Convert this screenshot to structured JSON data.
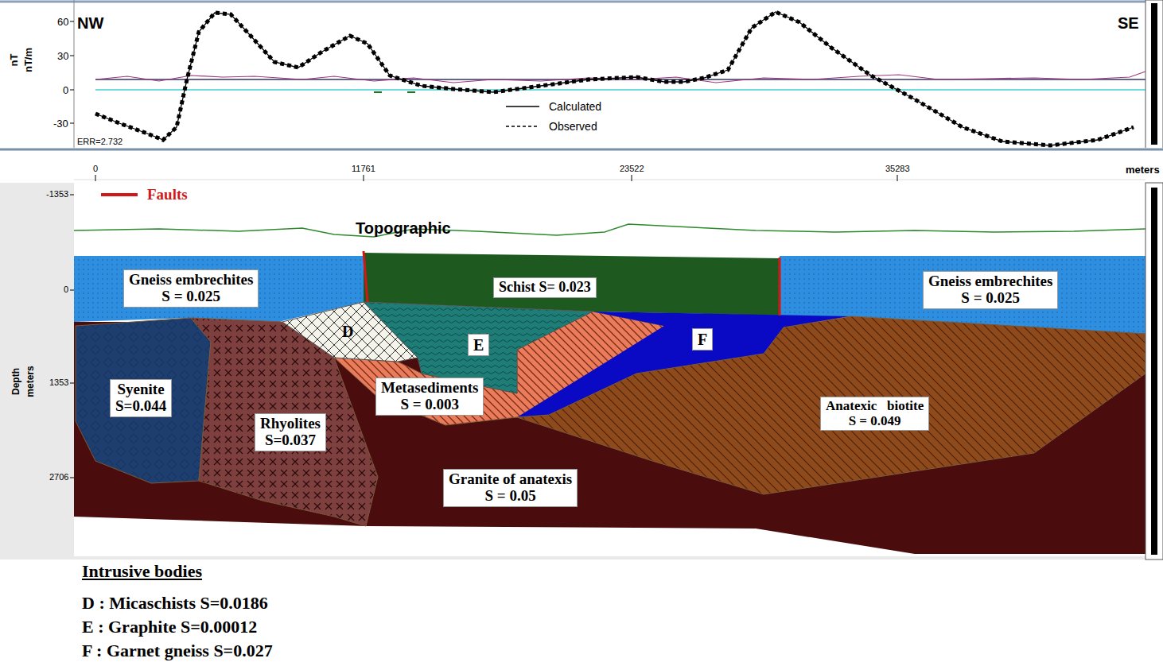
{
  "diagram": {
    "nodes": [
      {
        "text": [
          "Gneiss embrechites",
          "S = 0.025"
        ]
      },
      {
        "text": [
          "Schist S= 0.023"
        ]
      },
      {
        "text": [
          "Gneiss embrechites",
          "S = 0.025"
        ]
      },
      {
        "text": [
          "D"
        ]
      },
      {
        "text": [
          "E"
        ]
      },
      {
        "text": [
          "F"
        ]
      },
      {
        "text": [
          "Syenite",
          "S=0.044"
        ]
      },
      {
        "text": [
          "Rhyolites",
          "S=0.037"
        ]
      },
      {
        "text": [
          "Metasediments",
          "S = 0.003"
        ]
      },
      {
        "text": [
          "Anatexic   biotite",
          "S = 0.049"
        ]
      },
      {
        "text": [
          "Granite of anatexis",
          "S = 0.05"
        ]
      }
    ],
    "labels": [
      "NW",
      "SE",
      "60",
      "30",
      "0",
      "-30",
      "nT",
      "nT/m",
      "ERR=2.732",
      "0",
      "11761",
      "23522",
      "35283",
      "meters",
      "-1353",
      "0",
      "1353",
      "2706",
      "Depth",
      "meters",
      "Topographic",
      "Intrusive bodies",
      "D : Micaschists S=0.0186",
      "E : Graphite S=0.00012",
      "F : Garnet gneiss S=0.027"
    ],
    "legend": [
      {
        "text": "Calculated"
      },
      {
        "text": "Observed"
      },
      {
        "text": "Faults"
      }
    ]
  }
}
